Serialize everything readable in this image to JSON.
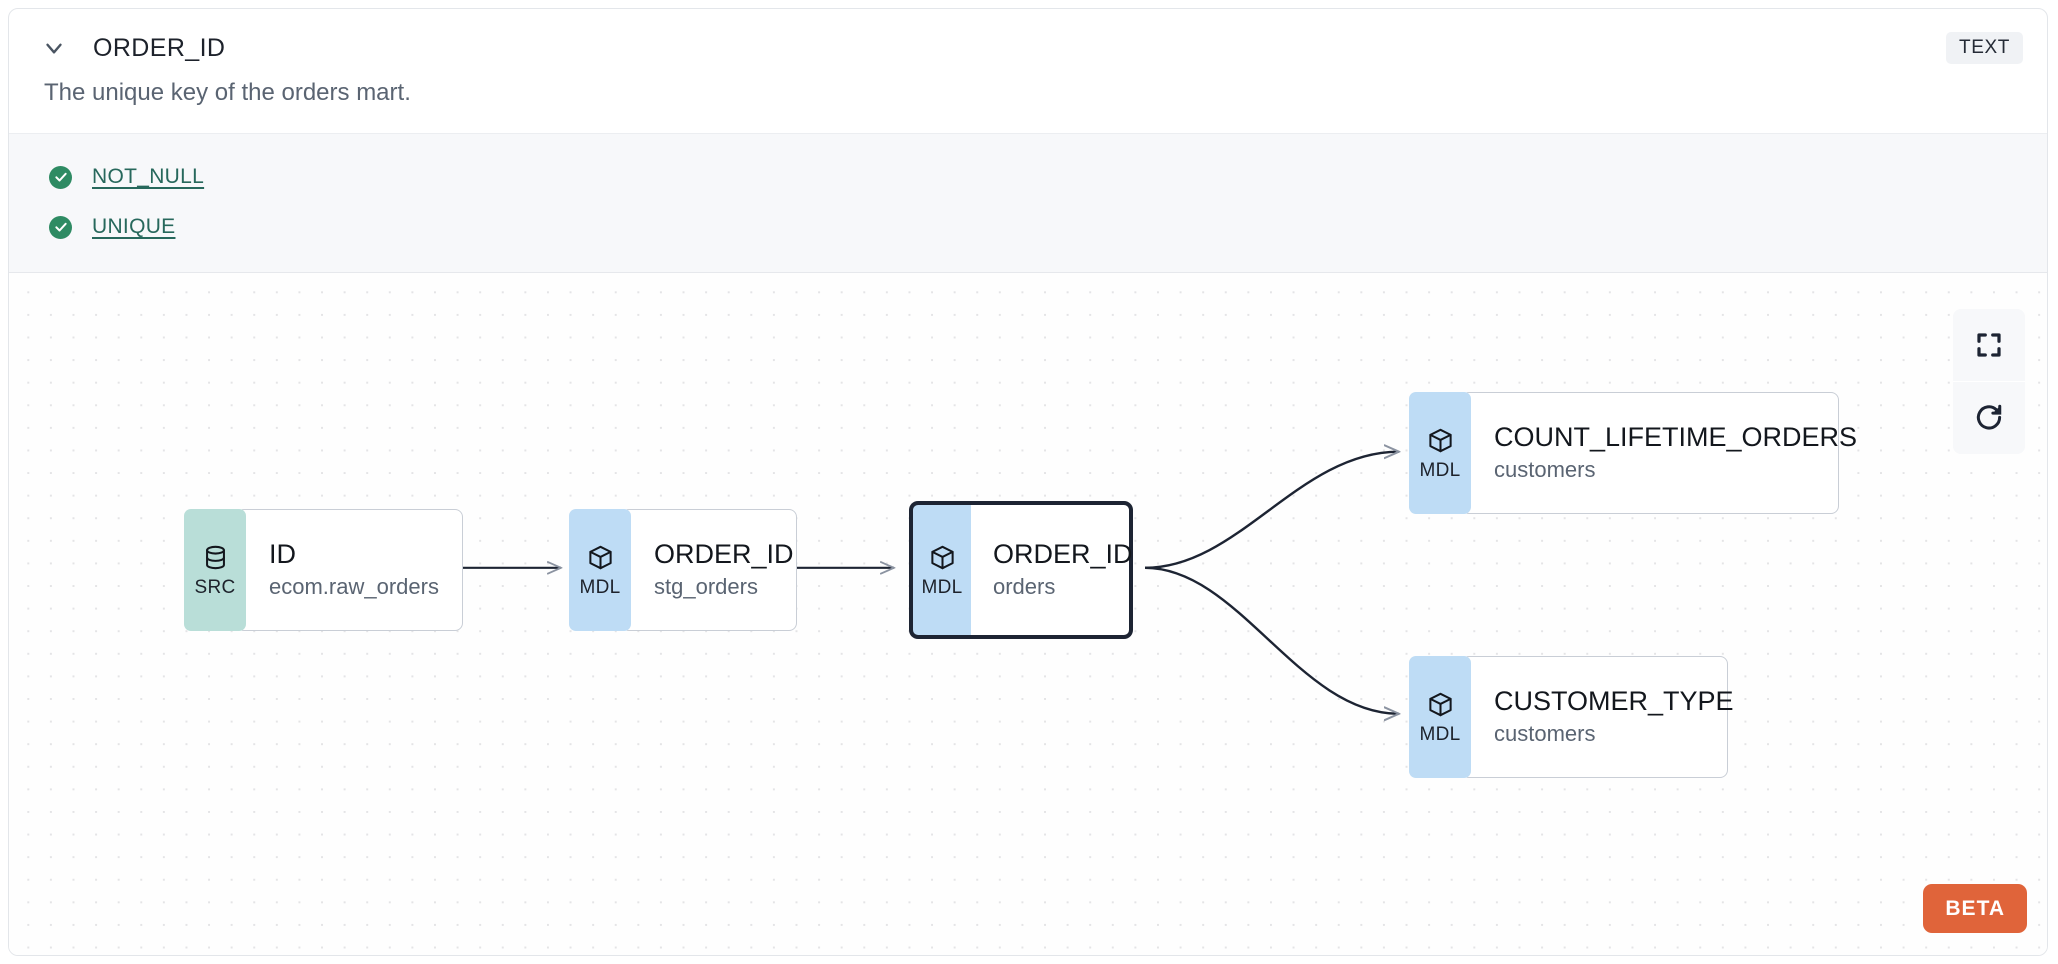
{
  "header": {
    "collapse_icon": "chevron-down-icon",
    "column_name": "ORDER_ID",
    "type_badge": "TEXT"
  },
  "description": "The unique key of the orders mart.",
  "tests": [
    {
      "icon": "check-circle-icon",
      "label": "NOT_NULL",
      "status": "pass"
    },
    {
      "icon": "check-circle-icon",
      "label": "UNIQUE",
      "status": "pass"
    }
  ],
  "lineage": {
    "nodes": [
      {
        "id": "src-id",
        "badge": "SRC",
        "badge_icon": "database-icon",
        "name": "ID",
        "subtitle": "ecom.raw_orders",
        "selected": false
      },
      {
        "id": "mdl-stg-orders",
        "badge": "MDL",
        "badge_icon": "cube-icon",
        "name": "ORDER_ID",
        "subtitle": "stg_orders",
        "selected": false
      },
      {
        "id": "mdl-orders",
        "badge": "MDL",
        "badge_icon": "cube-icon",
        "name": "ORDER_ID",
        "subtitle": "orders",
        "selected": true
      },
      {
        "id": "mdl-count",
        "badge": "MDL",
        "badge_icon": "cube-icon",
        "name": "COUNT_LIFETIME_ORDERS",
        "subtitle": "customers",
        "selected": false
      },
      {
        "id": "mdl-custtype",
        "badge": "MDL",
        "badge_icon": "cube-icon",
        "name": "CUSTOMER_TYPE",
        "subtitle": "customers",
        "selected": false
      }
    ],
    "edges": [
      {
        "from": "src-id",
        "to": "mdl-stg-orders"
      },
      {
        "from": "mdl-stg-orders",
        "to": "mdl-orders"
      },
      {
        "from": "mdl-orders",
        "to": "mdl-count"
      },
      {
        "from": "mdl-orders",
        "to": "mdl-custtype"
      }
    ]
  },
  "controls": [
    {
      "name": "fit-view-button",
      "icon": "fit-view-icon"
    },
    {
      "name": "reset-button",
      "icon": "refresh-icon"
    }
  ],
  "beta_badge": "BETA",
  "colors": {
    "src_badge": "#b9ded8",
    "mdl_badge": "#bedcf5",
    "test_pass": "#2e8b63",
    "test_link": "#27685c",
    "beta": "#e0643a",
    "selected_border": "#1d2433",
    "type_badge_bg": "#f0f2f5"
  }
}
